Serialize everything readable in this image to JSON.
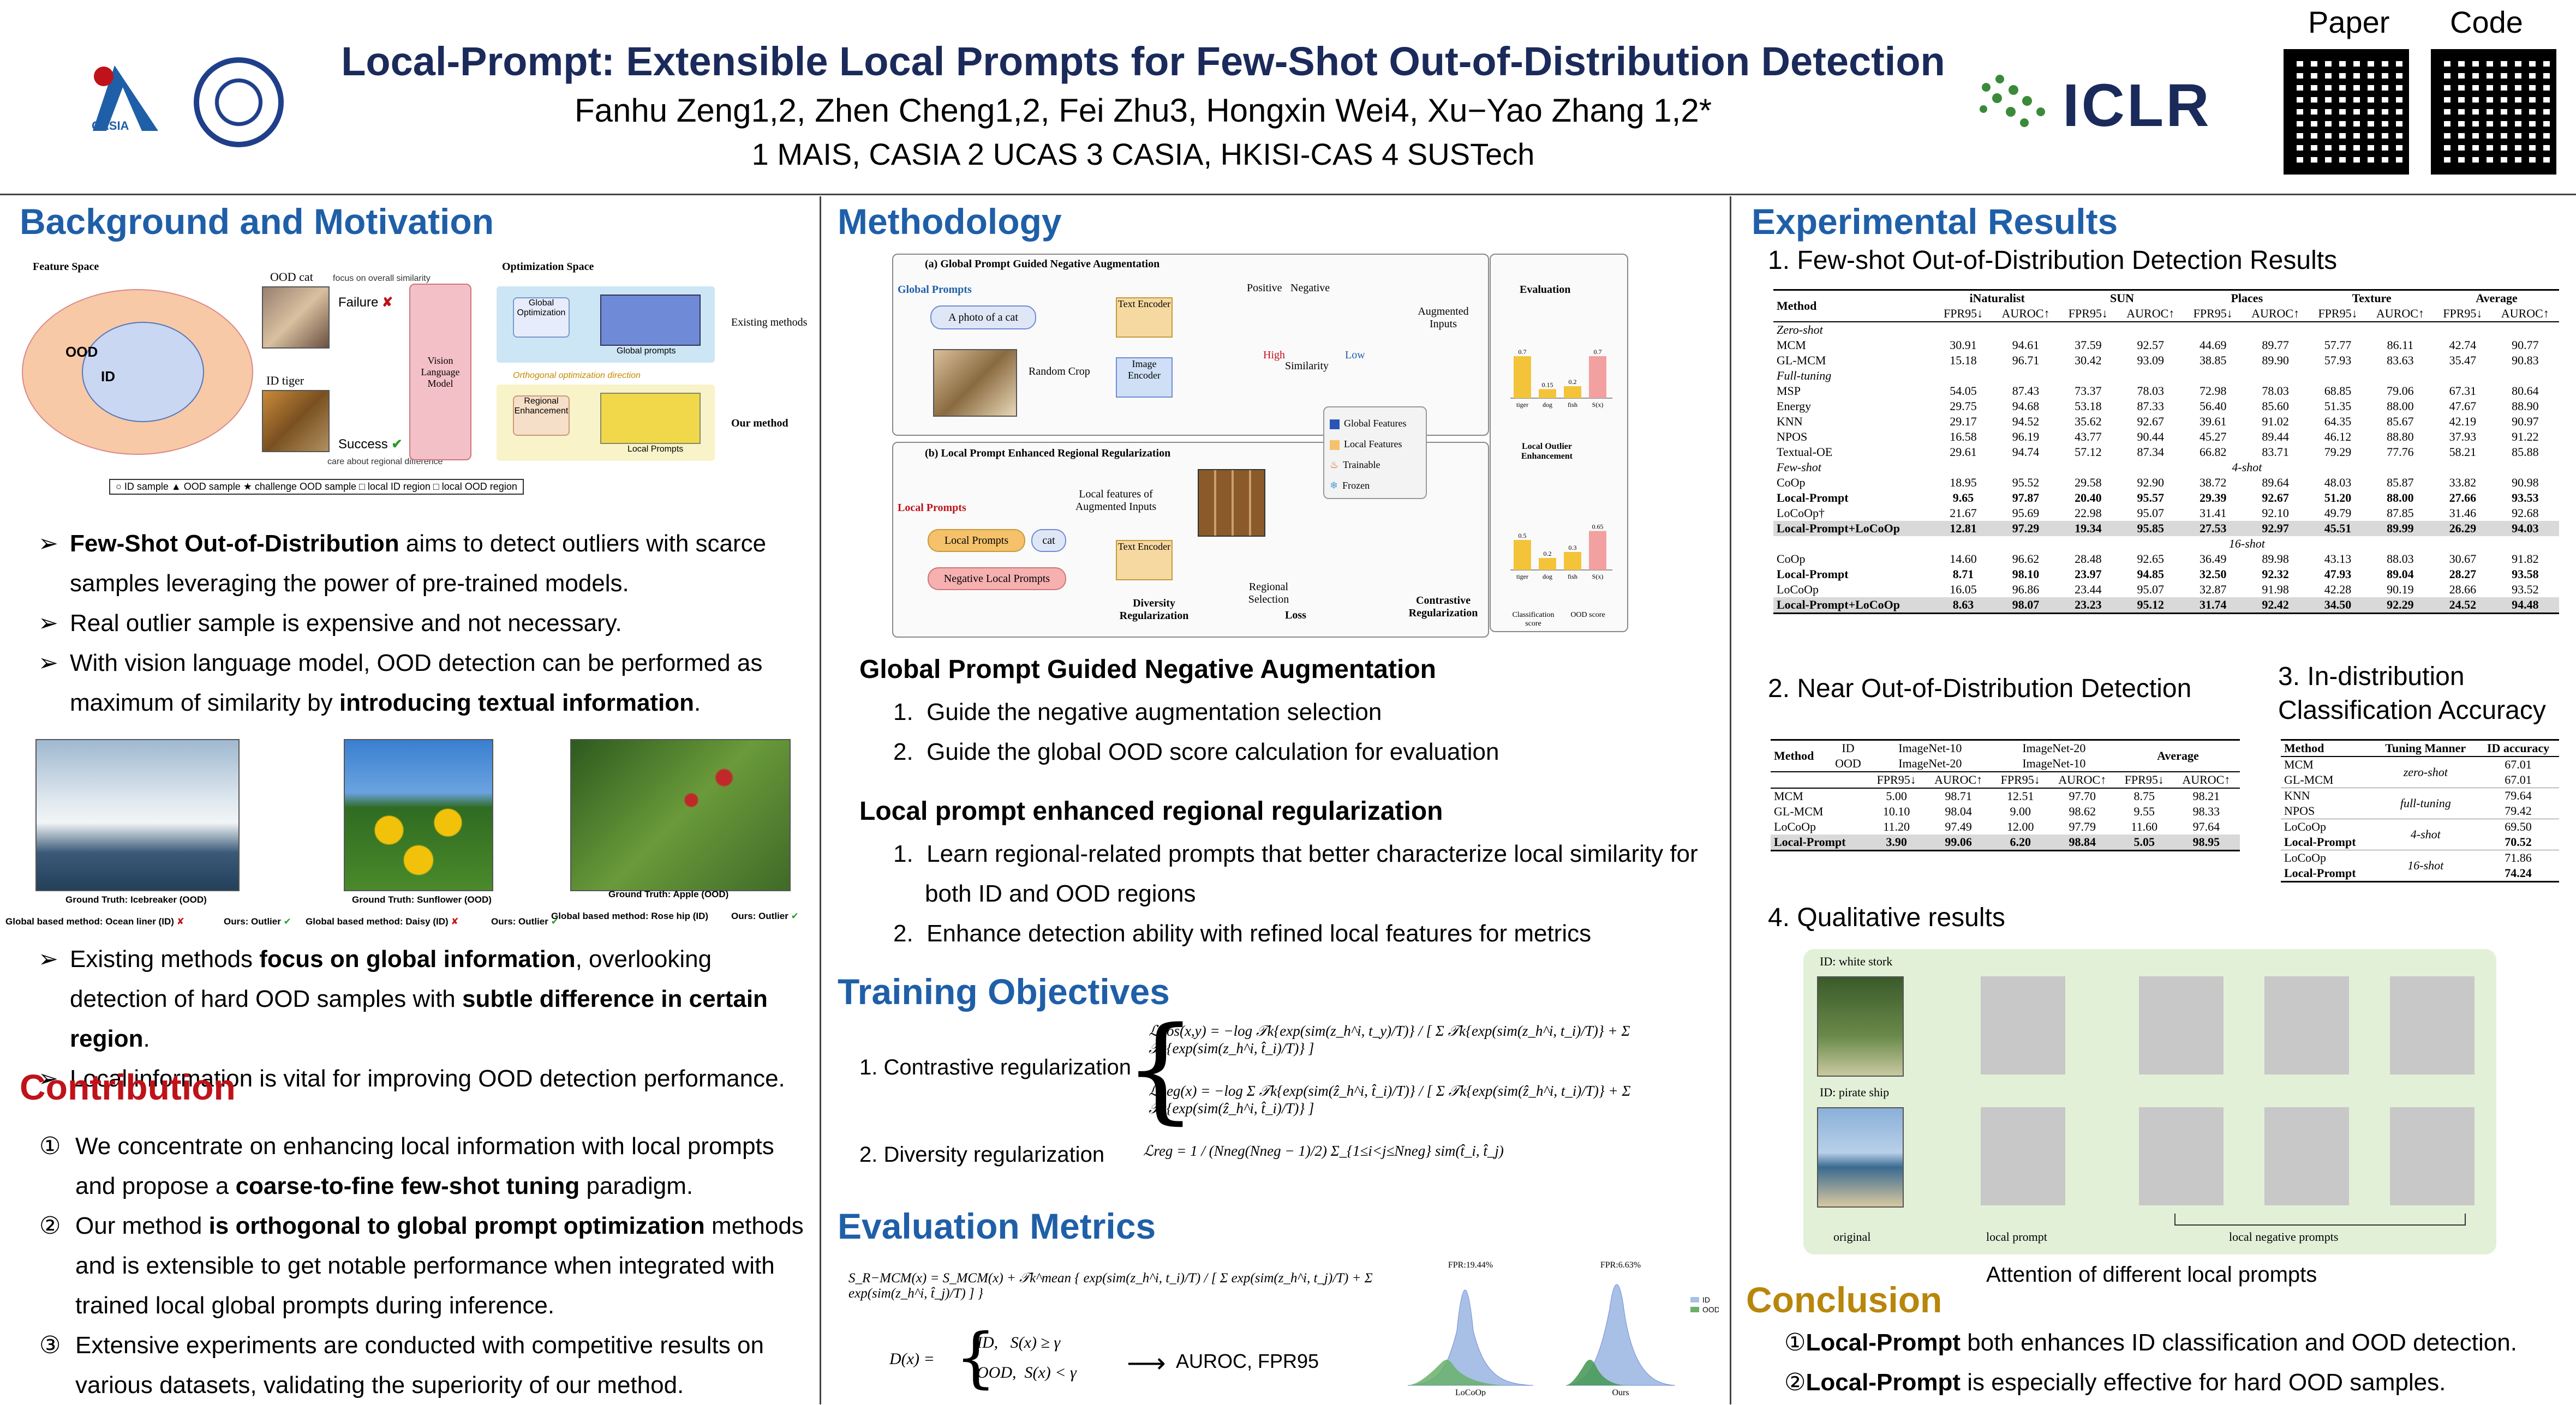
{
  "header": {
    "title": "Local-Prompt: Extensible Local Prompts for Few-Shot Out-of-Distribution Detection",
    "authors": "Fanhu Zeng1,2, Zhen Cheng1,2, Fei Zhu3, Hongxin Wei4, Xu−Yao Zhang 1,2*",
    "affiliations": "1 MAIS, CASIA  2 UCAS  3 CASIA, HKISI-CAS  4 SUSTech",
    "paper_label": "Paper",
    "code_label": "Code",
    "logo_casia": "CASIA",
    "logo_iclr": "ICLR"
  },
  "background": {
    "title": "Background and Motivation",
    "figure": {
      "feature_space": "Feature Space",
      "ood_label": "OOD",
      "id_label": "ID",
      "ood_cat": "OOD cat",
      "id_tiger": "ID tiger",
      "focus_overall": "focus on overall similarity",
      "failure": "Failure",
      "success": "Success",
      "care_regional": "care about regional difference",
      "optimization_space": "Optimization Space",
      "global_optimization": "Global Optimization",
      "global_prompts": "Global prompts",
      "existing_methods": "Existing methods",
      "orthogonal": "Orthogonal optimization direction",
      "regional_enhancement": "Regional Enhancement",
      "local_prompts": "Local Prompts",
      "our_method": "Our method",
      "vlm": "Vision Language Model",
      "legend": "○ ID sample  ▲ OOD sample  ★ challenge OOD sample  □ local ID region  □ local OOD region"
    },
    "bullets": [
      {
        "bold": "Few-Shot Out-of-Distribution",
        "text": " aims to detect outliers with scarce samples leveraging the power of pre-trained models."
      },
      {
        "bold": "",
        "text": "Real outlier sample is expensive and not necessary."
      },
      {
        "bold": "",
        "text": "With vision language model, OOD detection can be performed as maximum of similarity by ",
        "bold2": "introducing textual information",
        "text2": "."
      }
    ],
    "examples": [
      {
        "gt": "Ground Truth: Icebreaker (OOD)",
        "global": "Global based method: Ocean liner (ID)",
        "ours": "Ours: Outlier"
      },
      {
        "gt": "Ground Truth: Sunflower (OOD)",
        "global": "Global based method: Daisy (ID)",
        "ours": "Ours: Outlier"
      },
      {
        "gt": "Ground Truth: Apple (OOD)",
        "global": "Global based method: Rose hip (ID)",
        "ours": "Ours: Outlier"
      }
    ],
    "bullets2": [
      {
        "t1": "Existing methods ",
        "b1": "focus on global information",
        "t2": ", overlooking detection of hard OOD samples with ",
        "b2": "subtle difference in certain region",
        "t3": "."
      },
      {
        "t1": "Local information is vital for improving OOD detection performance.",
        "b1": "",
        "t2": "",
        "b2": "",
        "t3": ""
      }
    ]
  },
  "contribution": {
    "title": "Contribution",
    "items": [
      {
        "n": "①",
        "t1": "We concentrate on enhancing local information with local prompts and propose a ",
        "b": "coarse-to-fine few-shot tuning",
        "t2": " paradigm."
      },
      {
        "n": "②",
        "t1": "Our method ",
        "b": "is orthogonal to global prompt optimization",
        "t2": " methods and is extensible to get notable performance when integrated with trained local global prompts during inference."
      },
      {
        "n": "③",
        "t1": "Extensive experiments are conducted with competitive results on various datasets, validating the superiority of our method.",
        "b": "",
        "t2": ""
      }
    ]
  },
  "methodology": {
    "title": "Methodology",
    "fig": {
      "a_title": "(a) Global Prompt Guided Negative Augmentation",
      "global_prompts": "Global Prompts",
      "photo_cat": "A photo of a cat",
      "text_encoder": "Text Encoder",
      "image_encoder": "Image Encoder",
      "random_crop": "Random Crop",
      "positive": "Positive",
      "negative": "Negative",
      "high": "High",
      "low": "Low",
      "similarity": "Similarity",
      "augmented": "Augmented Inputs",
      "evaluation": "Evaluation",
      "b_title": "(b) Local Prompt Enhanced Regional Regularization",
      "local_prompts": "Local Prompts",
      "local_prompts_box": "Local Prompts",
      "cat": "cat",
      "neg_local": "Negative Local Prompts",
      "local_features": "Local features of Augmented Inputs",
      "regional_selection": "Regional Selection",
      "diversity_reg": "Diversity Regularization",
      "contrastive_reg": "Contrastive Regularization",
      "loss": "Loss",
      "legend_global": "Global Features",
      "legend_local": "Local Features",
      "legend_trainable": "Trainable",
      "legend_frozen": "Frozen",
      "local_outlier": "Local Outlier Enhancement",
      "classification": "Classification score",
      "ood_score": "OOD score",
      "bar_labels": [
        "tiger",
        "dog",
        "fish",
        "S(x)"
      ],
      "bar_values_top": [
        0.7,
        0.15,
        0.2,
        0.7
      ],
      "bar_values_bottom": [
        0.5,
        0.2,
        0.3,
        0.65
      ]
    },
    "sub1": {
      "title": "Global Prompt Guided Negative Augmentation",
      "items": [
        "Guide the negative augmentation selection",
        "Guide the global OOD score calculation for evaluation"
      ]
    },
    "sub2": {
      "title": "Local prompt enhanced regional regularization",
      "items": [
        "Learn regional-related prompts that better characterize local similarity for both ID and OOD regions",
        "Enhance detection ability with refined local features for metrics"
      ]
    }
  },
  "training": {
    "title": "Training Objectives",
    "item1": "1. Contrastive regularization",
    "item2": "2. Diversity regularization",
    "eq_pos": "ℒpos(x,y) = −log  𝒯k{exp(sim(z_h^i, t_y)/T)} / [ Σ 𝒯k{exp(sim(z_h^i, t_i)/T)} + Σ 𝒯k{exp(sim(z_h^i, t̂_i)/T)} ]",
    "eq_neg": "ℒneg(x) = −log  Σ 𝒯k{exp(sim(ẑ_h^i, t̂_i)/T)} / [ Σ 𝒯k{exp(sim(ẑ_h^i, t_i)/T)} + Σ 𝒯k{exp(sim(ẑ_h^i, t̂_i)/T)} ]",
    "eq_reg": "ℒreg = 1 / (Nneg(Nneg − 1)/2)  Σ_{1≤i<j≤Nneg} sim(t̂_i, t̂_j)"
  },
  "evaluation": {
    "title": "Evaluation Metrics",
    "eq_score": "S_R−MCM(x) = S_MCM(x) + 𝒯k^mean { exp(sim(z_h^i, t_i)/T) / [ Σ exp(sim(z_h^i, t_j)/T) + Σ exp(sim(z_h^i, t̂_j)/T) ] }",
    "eq_d1": "ID,   S(x) ≥ γ",
    "eq_d2": "OOD,  S(x) < γ",
    "eq_dlabel": "D(x) =",
    "metric": "AUROC, FPR95",
    "hist1_title": "FPR:19.44%",
    "hist1_label": "LoCoOp",
    "hist2_title": "FPR:6.63%",
    "hist2_label": "Ours",
    "legend_id": "ID",
    "legend_ood": "OOD"
  },
  "results": {
    "title": "Experimental Results",
    "t1_title": "1. Few-shot Out-of-Distribution Detection Results",
    "t1": {
      "datasets": [
        "iNaturalist",
        "SUN",
        "Places",
        "Texture",
        "Average"
      ],
      "metrics": [
        "FPR95↓",
        "AUROC↑"
      ],
      "groups": [
        {
          "label": "Zero-shot",
          "rows": [
            {
              "m": "MCM",
              "v": [
                "30.91",
                "94.61",
                "37.59",
                "92.57",
                "44.69",
                "89.77",
                "57.77",
                "86.11",
                "42.74",
                "90.77"
              ]
            },
            {
              "m": "GL-MCM",
              "v": [
                "15.18",
                "96.71",
                "30.42",
                "93.09",
                "38.85",
                "89.90",
                "57.93",
                "83.63",
                "35.47",
                "90.83"
              ]
            }
          ]
        },
        {
          "label": "Full-tuning",
          "rows": [
            {
              "m": "MSP",
              "v": [
                "54.05",
                "87.43",
                "73.37",
                "78.03",
                "72.98",
                "78.03",
                "68.85",
                "79.06",
                "67.31",
                "80.64"
              ]
            },
            {
              "m": "Energy",
              "v": [
                "29.75",
                "94.68",
                "53.18",
                "87.33",
                "56.40",
                "85.60",
                "51.35",
                "88.00",
                "47.67",
                "88.90"
              ]
            },
            {
              "m": "KNN",
              "v": [
                "29.17",
                "94.52",
                "35.62",
                "92.67",
                "39.61",
                "91.02",
                "64.35",
                "85.67",
                "42.19",
                "90.97"
              ]
            },
            {
              "m": "NPOS",
              "v": [
                "16.58",
                "96.19",
                "43.77",
                "90.44",
                "45.27",
                "89.44",
                "46.12",
                "88.80",
                "37.93",
                "91.22"
              ]
            },
            {
              "m": "Textual-OE",
              "v": [
                "29.61",
                "94.74",
                "57.12",
                "87.34",
                "66.82",
                "83.71",
                "79.29",
                "77.76",
                "58.21",
                "85.88"
              ]
            }
          ]
        },
        {
          "label": "Few-shot",
          "sub": "4-shot",
          "rows": [
            {
              "m": "CoOp",
              "v": [
                "18.95",
                "95.52",
                "29.58",
                "92.90",
                "38.72",
                "89.64",
                "48.03",
                "85.87",
                "33.82",
                "90.98"
              ]
            },
            {
              "m": "Local-Prompt",
              "v": [
                "9.65",
                "97.87",
                "20.40",
                "95.57",
                "29.39",
                "92.67",
                "51.20",
                "88.00",
                "27.66",
                "93.53"
              ],
              "bold": true
            },
            {
              "m": "LoCoOp†",
              "v": [
                "21.67",
                "95.69",
                "22.98",
                "95.07",
                "31.41",
                "92.10",
                "49.79",
                "87.85",
                "31.46",
                "92.68"
              ]
            },
            {
              "m": "Local-Prompt+LoCoOp",
              "v": [
                "12.81",
                "97.29",
                "19.34",
                "95.85",
                "27.53",
                "92.97",
                "45.51",
                "89.99",
                "26.29",
                "94.03"
              ],
              "bold": true,
              "shade": true
            }
          ]
        },
        {
          "label": "",
          "sub": "16-shot",
          "rows": [
            {
              "m": "CoOp",
              "v": [
                "14.60",
                "96.62",
                "28.48",
                "92.65",
                "36.49",
                "89.98",
                "43.13",
                "88.03",
                "30.67",
                "91.82"
              ]
            },
            {
              "m": "Local-Prompt",
              "v": [
                "8.71",
                "98.10",
                "23.97",
                "94.85",
                "32.50",
                "92.32",
                "47.93",
                "89.04",
                "28.27",
                "93.58"
              ],
              "bold": true
            },
            {
              "m": "LoCoOp",
              "v": [
                "16.05",
                "96.86",
                "23.44",
                "95.07",
                "32.87",
                "91.98",
                "42.28",
                "90.19",
                "28.66",
                "93.52"
              ]
            },
            {
              "m": "Local-Prompt+LoCoOp",
              "v": [
                "8.63",
                "98.07",
                "23.23",
                "95.12",
                "31.74",
                "92.42",
                "34.50",
                "92.29",
                "24.52",
                "94.48"
              ],
              "bold": true,
              "shade": true
            }
          ]
        }
      ]
    },
    "t2_title": "2. Near Out-of-Distribution Detection",
    "t2": {
      "head": [
        "Method",
        "ID",
        "OOD",
        "ImageNet-10",
        "ImageNet-20",
        "ImageNet-20",
        "ImageNet-10",
        "Average"
      ],
      "metrics": [
        "FPR95↓",
        "AUROC↑",
        "FPR95↓",
        "AUROC↑",
        "FPR95↓",
        "AUROC↑"
      ],
      "rows": [
        {
          "m": "MCM",
          "v": [
            "5.00",
            "98.71",
            "12.51",
            "97.70",
            "8.75",
            "98.21"
          ]
        },
        {
          "m": "GL-MCM",
          "v": [
            "10.10",
            "98.04",
            "9.00",
            "98.62",
            "9.55",
            "98.33"
          ]
        },
        {
          "m": "LoCoOp",
          "v": [
            "11.20",
            "97.49",
            "12.00",
            "97.79",
            "11.60",
            "97.64"
          ]
        },
        {
          "m": "Local-Prompt",
          "v": [
            "3.90",
            "99.06",
            "6.20",
            "98.84",
            "5.05",
            "98.95"
          ],
          "bold": true
        }
      ]
    },
    "t3_title": "3. In-distribution Classification Accuracy",
    "t3": {
      "head": [
        "Method",
        "Tuning Manner",
        "ID accuracy"
      ],
      "rows": [
        {
          "m": [
            "MCM",
            "GL-MCM"
          ],
          "t": "zero-shot",
          "v": [
            "67.01",
            "67.01"
          ]
        },
        {
          "m": [
            "KNN",
            "NPOS"
          ],
          "t": "full-tuning",
          "v": [
            "79.64",
            "79.42"
          ]
        },
        {
          "m": [
            "LoCoOp",
            "Local-Prompt"
          ],
          "t": "4-shot",
          "v": [
            "69.50",
            "70.52"
          ]
        },
        {
          "m": [
            "LoCoOp",
            "Local-Prompt"
          ],
          "t": "16-shot",
          "v": [
            "71.86",
            "74.24"
          ]
        }
      ]
    },
    "t4_title": "4. Qualitative results",
    "qual": {
      "row1": "ID: white stork",
      "row2": "ID: pirate ship",
      "cap_original": "original",
      "cap_local": "local prompt",
      "cap_neg": "local negative prompts",
      "caption": "Attention of different local prompts"
    }
  },
  "conclusion": {
    "title": "Conclusion",
    "items": [
      {
        "n": "①",
        "b": "Local-Prompt",
        "t": " both enhances ID classification and OOD detection."
      },
      {
        "n": "②",
        "b": "Local-Prompt",
        "t": " is especially effective for hard OOD samples."
      }
    ]
  },
  "colors": {
    "accent": "#1f5fa8",
    "red": "#c0121a",
    "gold": "#b8860b",
    "title": "#1a2a5a"
  }
}
